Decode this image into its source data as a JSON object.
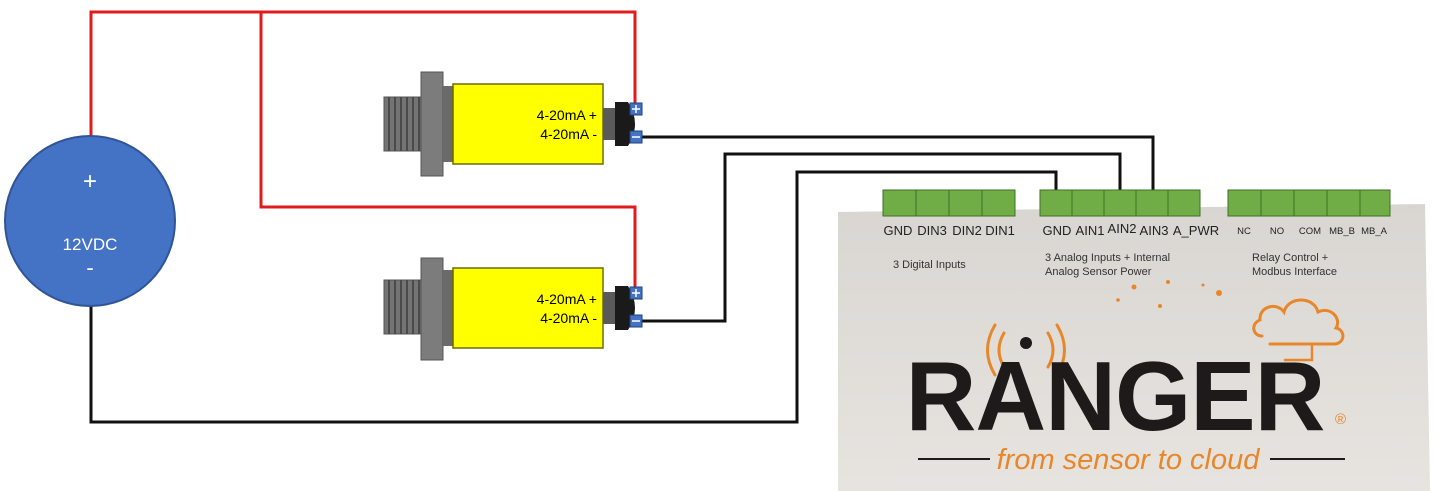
{
  "power_supply": {
    "plus": "+",
    "voltage": "12VDC",
    "minus": "-"
  },
  "sensors": [
    {
      "plus_label": "4-20mA +",
      "minus_label": "4-20mA -"
    },
    {
      "plus_label": "4-20mA +",
      "minus_label": "4-20mA -"
    }
  ],
  "ranger": {
    "digital_terminals": [
      "GND",
      "DIN3",
      "DIN2",
      "DIN1"
    ],
    "analog_terminals": [
      "GND",
      "AIN1",
      "AIN2",
      "AIN3",
      "A_PWR"
    ],
    "relay_terminals": [
      "NC",
      "NO",
      "COM",
      "MB_B",
      "MB_A"
    ],
    "digital_caption": "3 Digital Inputs",
    "analog_caption_line1": "3 Analog Inputs + Internal",
    "analog_caption_line2": "Analog Sensor Power",
    "relay_caption_line1": "Relay Control +",
    "relay_caption_line2": "Modbus Interface",
    "logo_text": "RANGER",
    "registered_mark": "®",
    "tagline": "from sensor to cloud"
  },
  "colors": {
    "positive_wire": "#e01b1b",
    "negative_wire": "#000000",
    "power_supply_fill": "#4472c4",
    "sensor_body": "#ffff00",
    "terminal_green": "#70ad47",
    "device_panel": "#dedbd6",
    "logo_orange": "#e8862a",
    "logo_dark": "#1e1a1a"
  }
}
